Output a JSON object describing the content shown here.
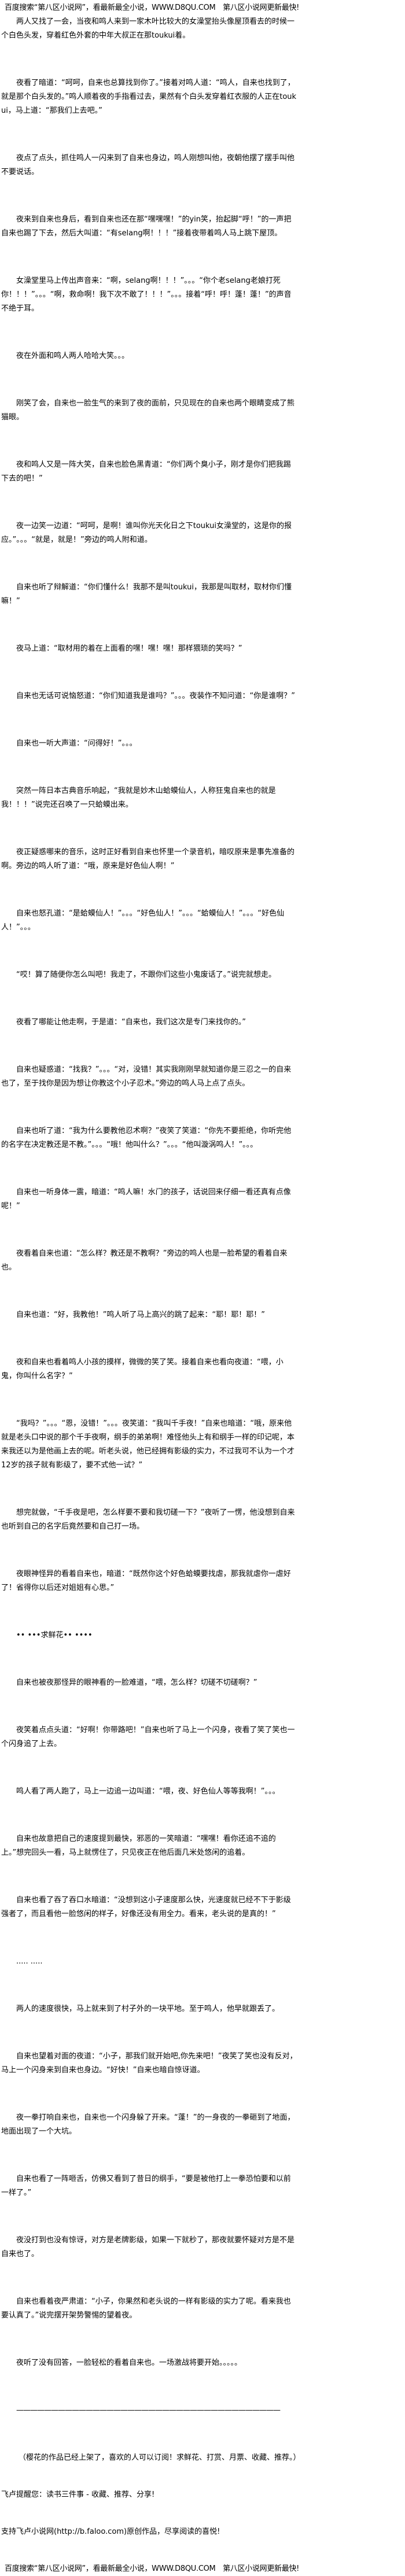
{
  "header_banner": "百度搜索“第八区小说网”，看最新最全小说，WWW.D8QU.COM　第八区小说网更新最快!",
  "paragraphs": [
    "两人又找了一会，当夜和鸣人来到一家木叶比较大的女澡堂抬头像屋顶看去的时候一个白色头发，穿着红色外套的中年大叔正在那toukui着。",
    "夜看了暗道：“呵呵，自来也总算找到你了。”接着对鸣人道：“鸣人，自来也找到了，就是那个白头发的。”鸣人顺着夜的手指看过去，果然有个白头发穿着红衣服的人正在toukui，马上道：“那我们上去吧。”",
    "夜点了点头，抓住鸣人一闪来到了自来也身边，鸣人刚想叫他，夜朝他摆了摆手叫他不要说话。",
    "夜来到自来也身后，看到自来也还在那“嘿嘿嘿！”的yin笑，抬起脚“呼！”的一声把自来也踢了下去，然后大叫道：“有selang啊！！！”接着夜带着鸣人马上跳下屋顶。",
    "女澡堂里马上传出声音来：“啊，selang啊！！！”。。。“你个老selang老娘打死你！！！”。。。“啊，救命啊！我下次不敢了！！！”。。。接着“呼！呼！蓬！蓬！”的声音不绝于耳。",
    "夜在外面和鸣人两人哈哈大笑。。。",
    "刚笑了会，自来也一脸生气的来到了夜的面前，只见现在的自来也两个眼睛变成了熊猫眼。",
    "夜和鸣人又是一阵大笑，自来也脸色黑青道：“你们两个臭小子，刚才是你们把我踢下去的吧！”",
    "夜一边笑一边道：“呵呵，是啊！谁叫你光天化日之下toukui女澡堂的，这是你的报应。”。。。“就是，就是！”旁边的鸣人附和道。",
    "自来也听了辩解道：“你们懂什么！我那不是叫toukui，我那是叫取材，取材你们懂嘛！”",
    "夜马上道：“取材用的着在上面看的嘿！嘿！嘿！那样猥琐的笑吗？”",
    "自来也无话可说恼怒道：“你们知道我是谁吗？”。。。夜装作不知问道：“你是谁啊？”",
    "自来也一听大声道：“问得好！”。。。",
    "突然一阵日本古典音乐响起，“我就是妙木山蛤蟆仙人，人称狂鬼自来也的就是我！！！”说完还召唤了一只蛤蟆出来。",
    "夜正疑惑哪来的音乐，这时正好看到自来也怀里一个录音机，暗叹原来是事先准备的啊。旁边的鸣人听了道：“哦，原来是好色仙人啊！”",
    "自来也怒孔道：“是蛤蟆仙人！”。。。“好色仙人！”。。。“蛤蟆仙人！”。。。“好色仙人！”。。。",
    "“哎！算了随便你怎么叫吧！我走了，不跟你们这些小鬼废话了。”说完就想走。",
    "夜看了哪能让他走啊，于是道：“自来也，我们这次是专门来找你的。”",
    "自来也疑惑道：“找我？”。。。“对，没错！其实我刚刚早就知道你是三忍之一的自来也了，至于找你是因为想让你教这个小子忍术。”旁边的鸣人马上点了点头。",
    "自来也听了道：“我为什么要教他忍术啊？”夜笑了笑道：“你先不要拒绝，你听完他的名字在决定教还是不教。”。。。“哦！他叫什么？”。。。“他叫漩涡鸣人！”。。。",
    "自来也一听身体一震，暗道：“鸣人嘛！水门的孩子，话说回来仔细一看还真有点像呢！”",
    "夜看着自来也道：“怎么样？教还是不教啊？”旁边的鸣人也是一脸希望的看着自来也。",
    "自来也道：“好，我教他！”鸣人听了马上高兴的跳了起来：“耶！耶！耶！”",
    "夜和自来也看着鸣人小孩的摸样，微微的笑了笑。接着自来也看向夜道：“喂，小鬼，你叫什么名字？”",
    "“我吗？”。。。“恩，没错！”。。。夜笑道：“我叫千手夜！”自来也暗道：“哦，原来他就是老头口中说的那个千手夜啊，纲手的弟弟啊！难怪他头上有和纲手一样的印记呢，本来我还以为是他画上去的呢。听老头说，他已经拥有影级的实力，不过我可不认为一个才12岁的孩子就有影级了，要不式他一试？”",
    "想完就做，“千手夜是吧，怎么样要不要和我切磋一下？”夜听了一愣，他没想到自来也听到自己的名字后竟然要和自己打一场。",
    "夜眼神怪异的看着自来也，暗道：“既然你这个好色蛤蟆要找虐，那我就虐你一虐好了！省得你以后还对姐姐有心思。”",
    "•• •••求鲜花•• ••••",
    "自来也被夜那怪异的眼神看的一脸难道，“喂，怎么样？切磋不切磋啊？”",
    "夜笑着点点头道：“好啊！你带路吧！”自来也听了马上一个闪身，夜看了笑了笑也一个闪身追了上去。",
    "鸣人看了两人跑了，马上一边追一边叫道：“喂，夜、好色仙人等等我啊！”。。。",
    "自来也故意把自己的速度提到最快，邪恶的一笑暗道：“嘿嘿！看你还追不追的上。”想完回头一看，马上就愣住了，只见夜正在他后面几米处悠闲的追着。",
    "自来也看了吞了吞口水暗道：“没想到这小子速度那么快，光速度就已经不下于影级强者了，而且看他一脸悠闲的样子，好像还没有用全力。看来，老头说的是真的！”",
    "..... .....",
    "两人的速度很快，马上就来到了村子外的一块平地。至于鸣人，他早就跟丢了。",
    "自来也望着对面的夜道：“小子，那我们就开始吧,你先来吧！”夜笑了笑也没有反对，马上一个闪身来到自来也身边。“好快！”自来也暗自惊讶道。",
    "夜一拳打响自来也，自来也一个闪身躲了开来。“蓬！”的一身夜的一拳砸到了地面，地面出现了一个大坑。",
    "自来也看了一阵咂舌，仿佛又看到了昔日的纲手，“要是被他打上一拳恐怕要和以前一样了。”",
    "夜没打到也没有惊讶，对方是老牌影级，如果一下就秒了，那夜就要怀疑对方是不是自来也了。",
    "自来也看着夜严肃道：“小子，你果然和老头说的一样有影级的实力了呢。看来我也要认真了。”说完摆开架势警惕的望着夜。",
    "夜听了没有回答，一脸轻松的看着自来也。一场激战将要开始。。。。。"
  ],
  "separator": "——————————————————————————————————————",
  "author_note": "（樱花的作品已经上架了，喜欢的人可以订阅！求鲜花、打赏、月票、收藏、推荐。）",
  "faloo_reminder": "飞卢提醒您：读书三件事 - 收藏、推荐、分享!",
  "faloo_support": "支持飞卢小说网(http://b.faloo.com)原创作品，尽享阅读的喜悦!",
  "footer_banner": "百度搜索“第八区小说网”，看最新最全小说，WWW.D8QU.COM　第八区小说网更新最快!"
}
